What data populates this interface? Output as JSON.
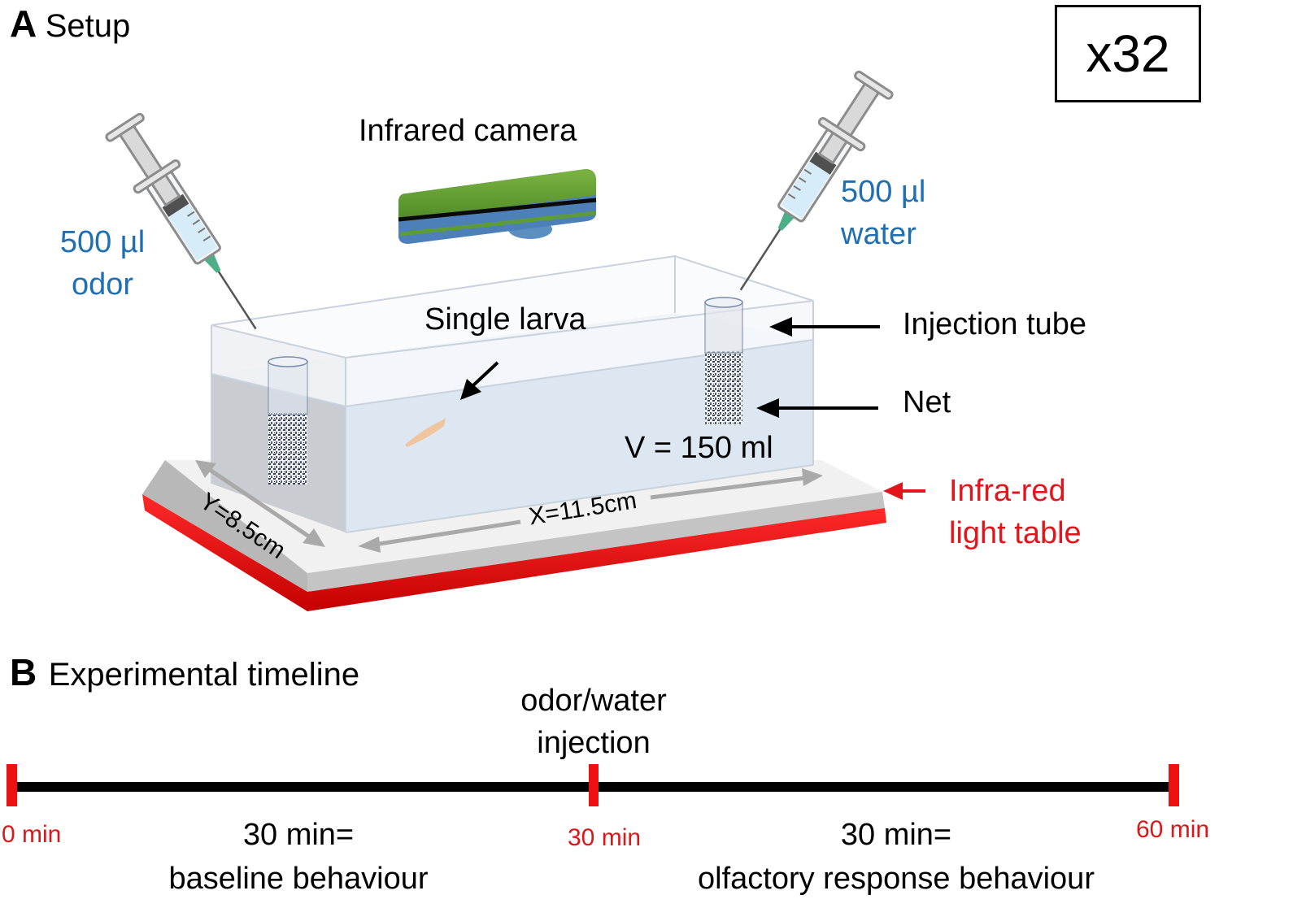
{
  "panel_a": {
    "letter": "A",
    "title": "Setup",
    "replicates": "x32",
    "camera_label": "Infrared camera",
    "left_syringe": {
      "volume": "500 µl",
      "content": "odor"
    },
    "right_syringe": {
      "volume": "500 µl",
      "content": "water"
    },
    "larva_label": "Single larva",
    "injection_tube_label": "Injection tube",
    "net_label": "Net",
    "volume_label": "V = 150 ml",
    "y_dimension": "Y=8.5cm",
    "x_dimension": "X=11.5cm",
    "light_table_label": {
      "line1": "Infra-red",
      "line2": "light table"
    }
  },
  "panel_b": {
    "letter": "B",
    "title": "Experimental timeline",
    "event_label": {
      "line1": "odor/water",
      "line2": "injection"
    },
    "ticks": [
      {
        "label": "0 min",
        "value": 0
      },
      {
        "label": "30 min",
        "value": 30
      },
      {
        "label": "60 min",
        "value": 60
      }
    ],
    "phases": [
      {
        "line1": "30 min=",
        "line2": "baseline behaviour"
      },
      {
        "line1": "30 min=",
        "line2": "olfactory response behaviour"
      }
    ]
  },
  "colors": {
    "blue_text": "#1f6fb2",
    "red": "#e3151c",
    "camera_green": "#5f9a2e",
    "camera_blue": "#3f6fb0",
    "water": "#dfe9f3",
    "platform": "#c8c8c8"
  }
}
